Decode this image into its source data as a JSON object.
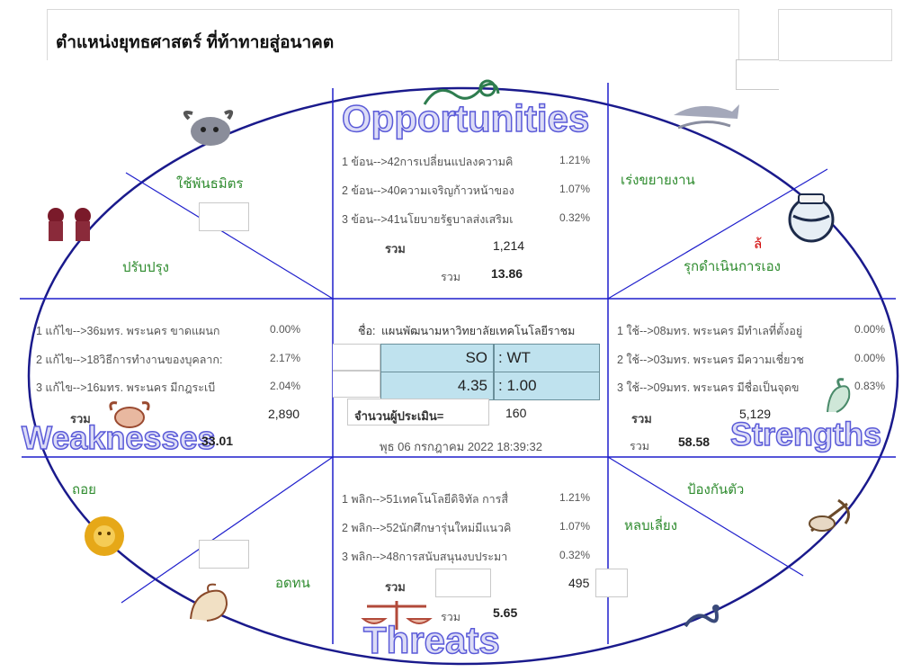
{
  "title": "ตำแหน่งยุทธศาสตร์ ที่ท้าทายสู่อนาคต",
  "quadrant_titles": {
    "opportunities": "Opportunities",
    "weaknesses": "Weaknesses",
    "strengths": "Strengths",
    "threats": "Threats"
  },
  "strategy_labels": {
    "top_left_1": "ใช้พันธมิตร",
    "top_left_2": "ปรับปรุง",
    "top_right_1": "เร่งขยายงาน",
    "top_right_2": "รุกดำเนินการเอง",
    "top_right_mark": "ล้",
    "bottom_left_1": "ถอย",
    "bottom_left_2": "อดทน",
    "bottom_right_1": "ป้องกันตัว",
    "bottom_right_2": "หลบเลี่ยง"
  },
  "opportunities": {
    "items": [
      {
        "text": "1 ข้อน-->42การเปลี่ยนแปลงความคิ",
        "pct": "1.21%"
      },
      {
        "text": "2 ข้อน-->40ความเจริญก้าวหน้าของ",
        "pct": "1.07%"
      },
      {
        "text": "3 ข้อน-->41นโยบายรัฐบาลส่งเสริมเ",
        "pct": "0.32%"
      }
    ],
    "total_label_1": "รวม",
    "total_1": "1,214",
    "total_label_2": "รวม",
    "total_2": "13.86"
  },
  "weaknesses": {
    "items": [
      {
        "text": "1 แก้ไข-->36มทร. พระนคร ขาดแผนก",
        "pct": "0.00%"
      },
      {
        "text": "2 แก้ไข-->18วิธีการทำงานของบุคลาก:",
        "pct": "2.17%"
      },
      {
        "text": "3 แก้ไข-->16มทร. พระนคร มีกฎระเบี",
        "pct": "2.04%"
      }
    ],
    "total_label_1": "รวม",
    "total_1": "2,890",
    "total_2": "33.01"
  },
  "strengths": {
    "items": [
      {
        "text": "1 ใช้-->08มทร. พระนคร มีทำเลที่ตั้งอยู่",
        "pct": "0.00%"
      },
      {
        "text": "2 ใช้-->03มทร. พระนคร มีความเชี่ยวช",
        "pct": "0.00%"
      },
      {
        "text": "3 ใช้-->09มทร. พระนคร มีชื่อเป็นจุดข",
        "pct": "0.83%"
      }
    ],
    "total_label_1": "รวม",
    "total_1": "5,129",
    "total_label_2": "รวม",
    "total_2": "58.58"
  },
  "threats": {
    "items": [
      {
        "text": "1 พลิก-->51เทคโนโลยีดิจิทัล การสื่",
        "pct": "1.21%"
      },
      {
        "text": "2 พลิก-->52นักศึกษารุ่นใหม่มีแนวคิ",
        "pct": "1.07%"
      },
      {
        "text": "3 พลิก-->48การสนับสนุนงบประมา",
        "pct": "0.32%"
      }
    ],
    "total_label_1": "รวม",
    "total_1": "495",
    "total_label_2": "รวม",
    "total_2": "5.65"
  },
  "center": {
    "name_label": "ชื่อ:",
    "name_value": "แผนพัฒนามหาวิทยาลัยเทคโนโลยีราชม",
    "so_label": "SO",
    "wt_label": ": WT",
    "so_value": "4.35",
    "wt_value": ": 1.00",
    "evaluators_label": "จำนวนผู้ประเมิน=",
    "evaluators_value": "160",
    "datetime": "พุธ 06 กรกฎาคม 2022 18:39:32"
  },
  "colors": {
    "grid_line": "#1f1fcc",
    "ellipse": "#1a1a8c",
    "green_text": "#2e8b2e",
    "red_text": "#d00000",
    "cell_bg": "#bfe2ee",
    "title_fill": "#dcdcf6",
    "title_stroke": "#5a5ad8"
  },
  "icons": [
    "bull-icon",
    "ram-icon",
    "fish-icon",
    "twins-icon",
    "water-jar-icon",
    "crab-icon",
    "goat-icon",
    "lion-icon",
    "archer-icon",
    "leo-icon",
    "scorpion-icon",
    "scales-icon"
  ]
}
